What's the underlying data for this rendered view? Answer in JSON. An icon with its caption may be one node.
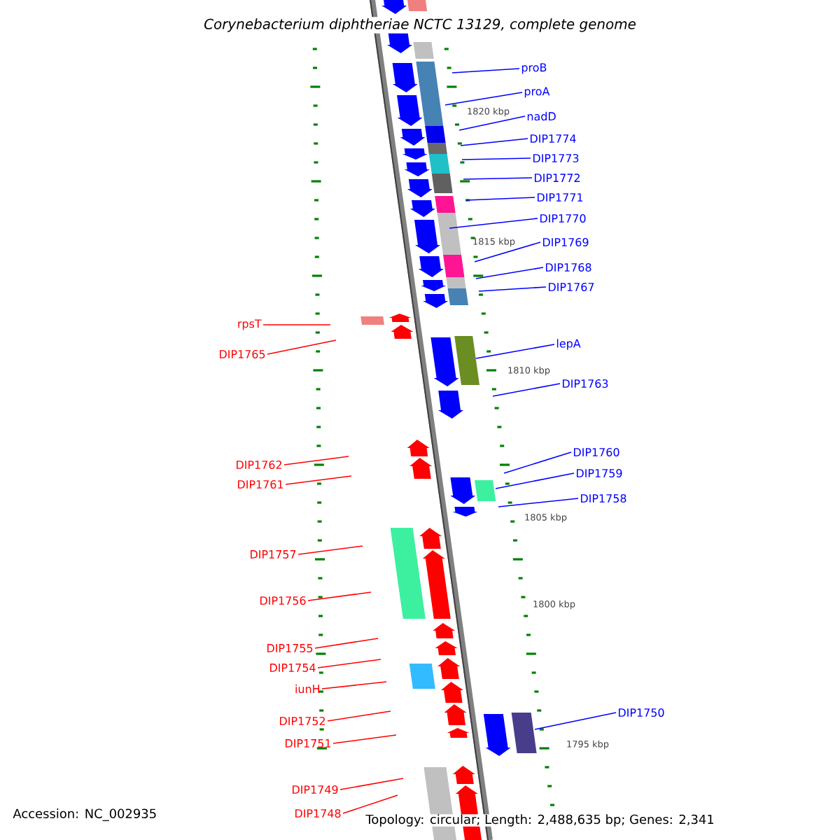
{
  "diagram": {
    "title": "Corynebacterium diphtheriae NCTC 13129, complete genome",
    "nodes": [
      {
        "text": [
          "proB"
        ]
      },
      {
        "text": [
          "proA"
        ]
      },
      {
        "text": [
          "nadD"
        ]
      },
      {
        "text": [
          "DIP1774"
        ]
      },
      {
        "text": [
          "DIP1773"
        ]
      },
      {
        "text": [
          "DIP1772"
        ]
      },
      {
        "text": [
          "DIP1771"
        ]
      },
      {
        "text": [
          "DIP1770"
        ]
      },
      {
        "text": [
          "DIP1769"
        ]
      },
      {
        "text": [
          "DIP1768"
        ]
      },
      {
        "text": [
          "DIP1767"
        ]
      },
      {
        "text": [
          "rpsT"
        ]
      },
      {
        "text": [
          "lepA"
        ]
      },
      {
        "text": [
          "DIP1765"
        ]
      },
      {
        "text": [
          "DIP1763"
        ]
      },
      {
        "text": [
          "DIP1760"
        ]
      },
      {
        "text": [
          "DIP1762"
        ]
      },
      {
        "text": [
          "DIP1759"
        ]
      },
      {
        "text": [
          "DIP1761"
        ]
      },
      {
        "text": [
          "DIP1758"
        ]
      },
      {
        "text": [
          "DIP1757"
        ]
      },
      {
        "text": [
          "DIP1756"
        ]
      },
      {
        "text": [
          "DIP1755"
        ]
      },
      {
        "text": [
          "DIP1754"
        ]
      },
      {
        "text": [
          "iunH"
        ]
      },
      {
        "text": [
          "DIP1750"
        ]
      },
      {
        "text": [
          "DIP1752"
        ]
      },
      {
        "text": [
          "DIP1751"
        ]
      },
      {
        "text": [
          "DIP1749"
        ]
      },
      {
        "text": [
          "DIP1748"
        ]
      }
    ],
    "edges": [
      {
        "from": 0,
        "to": null,
        "arrow": "none"
      },
      {
        "from": 1,
        "to": null,
        "arrow": "none"
      },
      {
        "from": 2,
        "to": null,
        "arrow": "none"
      },
      {
        "from": 3,
        "to": null,
        "arrow": "none"
      },
      {
        "from": 4,
        "to": null,
        "arrow": "none"
      },
      {
        "from": 5,
        "to": null,
        "arrow": "none"
      },
      {
        "from": 6,
        "to": null,
        "arrow": "none"
      },
      {
        "from": 7,
        "to": null,
        "arrow": "none"
      },
      {
        "from": 8,
        "to": null,
        "arrow": "none"
      },
      {
        "from": 9,
        "to": null,
        "arrow": "none"
      },
      {
        "from": 10,
        "to": null,
        "arrow": "none"
      },
      {
        "from": 11,
        "to": null,
        "arrow": "none",
        "color": "#ff0000"
      },
      {
        "from": 12,
        "to": null,
        "arrow": "none"
      },
      {
        "from": 13,
        "to": null,
        "arrow": "none",
        "color": "#ff0000"
      },
      {
        "from": 14,
        "to": null,
        "arrow": "none"
      },
      {
        "from": 15,
        "to": null,
        "arrow": "none"
      },
      {
        "from": 16,
        "to": null,
        "arrow": "none",
        "color": "#ff0000"
      },
      {
        "from": 17,
        "to": null,
        "arrow": "none"
      },
      {
        "from": 18,
        "to": null,
        "arrow": "none",
        "color": "#ff0000"
      },
      {
        "from": 19,
        "to": null,
        "arrow": "none"
      },
      {
        "from": 20,
        "to": null,
        "arrow": "none",
        "color": "#ff0000"
      },
      {
        "from": 21,
        "to": null,
        "arrow": "none",
        "color": "#ff0000"
      },
      {
        "from": 22,
        "to": null,
        "arrow": "none",
        "color": "#ff0000"
      },
      {
        "from": 23,
        "to": null,
        "arrow": "none",
        "color": "#ff0000"
      },
      {
        "from": 24,
        "to": null,
        "arrow": "none",
        "color": "#ff0000"
      },
      {
        "from": 25,
        "to": null,
        "arrow": "none"
      },
      {
        "from": 26,
        "to": null,
        "arrow": "none",
        "color": "#ff0000"
      },
      {
        "from": 27,
        "to": null,
        "arrow": "none",
        "color": "#ff0000"
      },
      {
        "from": 28,
        "to": null,
        "arrow": "none",
        "color": "#ff0000"
      },
      {
        "from": 29,
        "to": null,
        "arrow": "none",
        "color": "#ff0000"
      }
    ],
    "labels": [
      "1820 kbp",
      "1815 kbp",
      "1810 kbp",
      "1805 kbp",
      "1800 kbp",
      "1795 kbp",
      "Accession: NC_002935",
      "Topology: circular; Length: 2,488,635 bp; Genes: 2,341"
    ]
  }
}
